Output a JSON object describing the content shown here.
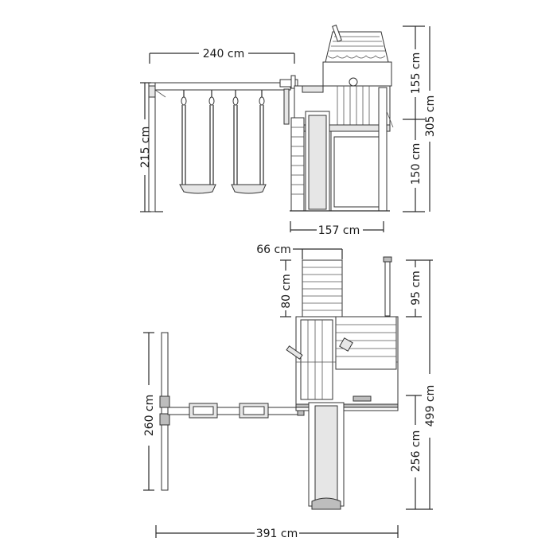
{
  "front_view": {
    "width_beam": "240 cm",
    "swing_height": "215 cm",
    "tower_width": "157 cm",
    "roof_height": "155 cm",
    "total_height": "305 cm",
    "platform_height": "150 cm"
  },
  "top_view": {
    "slide_top_width": "66 cm",
    "slide_top_length": "80 cm",
    "pole_length": "95 cm",
    "swing_frame_length": "260 cm",
    "slide_length": "256 cm",
    "total_depth": "499 cm",
    "total_width": "391 cm"
  }
}
